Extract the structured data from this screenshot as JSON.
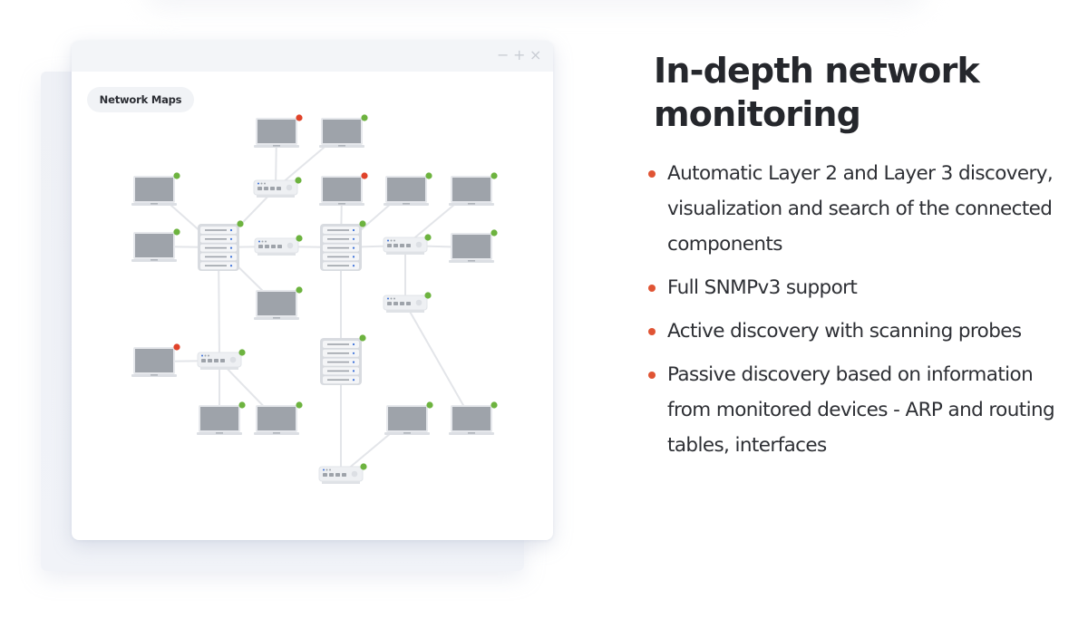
{
  "window": {
    "controls": {
      "minimize": "−",
      "maximize": "+",
      "close": "×"
    },
    "tab_label": "Network Maps"
  },
  "colors": {
    "status_ok": "#6db33f",
    "status_error": "#e0432a",
    "bullet": "#e05434",
    "link_line": "#e3e5e9",
    "device_gray": "#9ea3aa",
    "device_frame": "#e6e8ec",
    "port_blue": "#3a6fd8"
  },
  "network_map": {
    "nodes": [
      {
        "id": "L1",
        "type": "laptop",
        "status": "error"
      },
      {
        "id": "L2",
        "type": "laptop",
        "status": "ok"
      },
      {
        "id": "L3",
        "type": "laptop",
        "status": "ok"
      },
      {
        "id": "L4",
        "type": "laptop",
        "status": "ok"
      },
      {
        "id": "L5",
        "type": "laptop",
        "status": "error"
      },
      {
        "id": "L6",
        "type": "laptop",
        "status": "ok"
      },
      {
        "id": "L7",
        "type": "laptop",
        "status": "ok"
      },
      {
        "id": "L8",
        "type": "laptop",
        "status": "ok"
      },
      {
        "id": "L9",
        "type": "laptop",
        "status": "ok"
      },
      {
        "id": "L10",
        "type": "laptop",
        "status": "error"
      },
      {
        "id": "L11",
        "type": "laptop",
        "status": "ok"
      },
      {
        "id": "L12",
        "type": "laptop",
        "status": "ok"
      },
      {
        "id": "L13",
        "type": "laptop",
        "status": "ok"
      },
      {
        "id": "L14",
        "type": "laptop",
        "status": "ok"
      },
      {
        "id": "S1",
        "type": "server",
        "status": "ok"
      },
      {
        "id": "S2",
        "type": "server",
        "status": "ok"
      },
      {
        "id": "S3",
        "type": "server",
        "status": "ok"
      },
      {
        "id": "W1",
        "type": "switch",
        "status": "ok"
      },
      {
        "id": "W2",
        "type": "switch",
        "status": "ok"
      },
      {
        "id": "W3",
        "type": "switch",
        "status": "ok"
      },
      {
        "id": "W4",
        "type": "switch",
        "status": "ok"
      },
      {
        "id": "W5",
        "type": "switch",
        "status": "ok"
      },
      {
        "id": "W6",
        "type": "switch",
        "status": "ok"
      }
    ],
    "links": [
      [
        "L1",
        "W1"
      ],
      [
        "L2",
        "W1"
      ],
      [
        "W1",
        "S1"
      ],
      [
        "L3",
        "S1"
      ],
      [
        "L4",
        "S1"
      ],
      [
        "S1",
        "W2"
      ],
      [
        "W2",
        "S2"
      ],
      [
        "S1",
        "L9"
      ],
      [
        "S1",
        "W5"
      ],
      [
        "L5",
        "S2"
      ],
      [
        "S2",
        "L6"
      ],
      [
        "S2",
        "W3"
      ],
      [
        "W3",
        "L7"
      ],
      [
        "W3",
        "L8"
      ],
      [
        "W3",
        "W4"
      ],
      [
        "W4",
        "L14"
      ],
      [
        "S2",
        "S3"
      ],
      [
        "S3",
        "W6"
      ],
      [
        "W6",
        "L13"
      ],
      [
        "L10",
        "W5"
      ],
      [
        "W5",
        "L11"
      ],
      [
        "W5",
        "L12"
      ]
    ]
  },
  "content": {
    "heading_line1": "In-depth network",
    "heading_line2": "monitoring",
    "features": [
      "Automatic Layer 2 and Layer 3 discovery, visualization and search of the connected components",
      "Full SNMPv3 support",
      "Active discovery with scanning probes",
      "Passive discovery based on information from monitored devices - ARP and routing tables, interfaces"
    ]
  }
}
